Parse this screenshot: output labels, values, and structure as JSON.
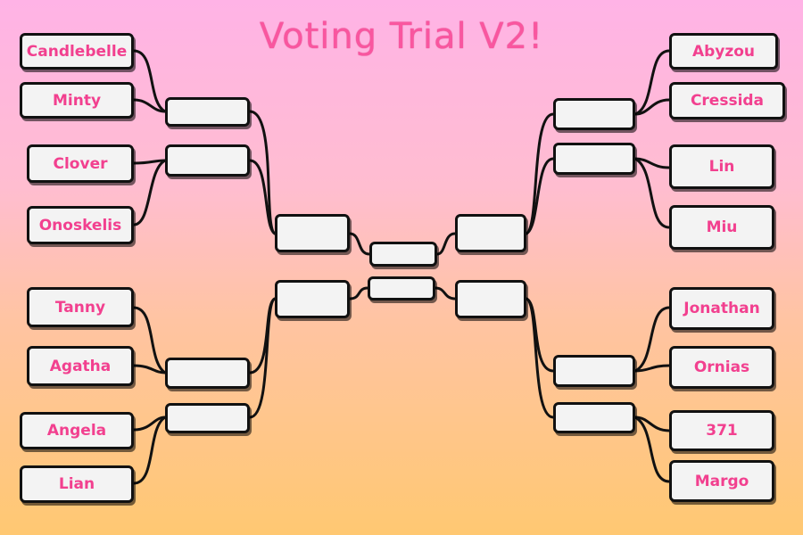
{
  "title": "Voting Trial V2!",
  "colors": {
    "accent": "#f9569f",
    "border": "#111111",
    "box_fill": "#f3f3f3"
  },
  "contestants": {
    "left": [
      "Candlebelle",
      "Minty",
      "Clover",
      "Onoskelis",
      "Tanny",
      "Agatha",
      "Angela",
      "Lian"
    ],
    "right": [
      "Abyzou",
      "Cressida",
      "Lin",
      "Miu",
      "Jonathan",
      "Ornias",
      "371",
      "Margo"
    ]
  }
}
